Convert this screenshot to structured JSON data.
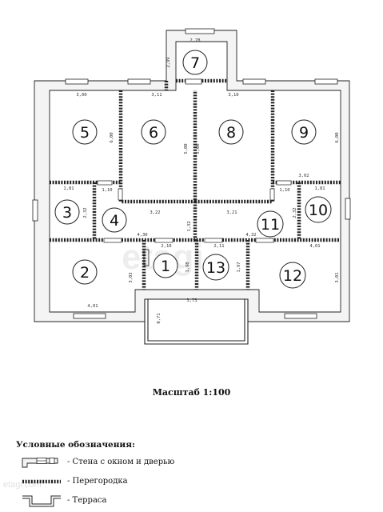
{
  "plan": {
    "rooms": [
      "1",
      "2",
      "3",
      "4",
      "5",
      "6",
      "7",
      "8",
      "9",
      "10",
      "11",
      "12",
      "13"
    ],
    "dimensions": [
      "2,78",
      "2,99",
      "3,00",
      "3,11",
      "3,10",
      "6,00",
      "5,00",
      "5,00",
      "6,00",
      "1,81",
      "2,32",
      "3,22",
      "3,21",
      "1,32",
      "1,10",
      "3,02",
      "1,10",
      "2,32",
      "1,81",
      "4,30",
      "4,32",
      "2,10",
      "2,11",
      "4,01",
      "1,98",
      "1,97",
      "3,03",
      "4,01",
      "3,01",
      "3,73",
      "0,71"
    ],
    "watermark": "etagi"
  },
  "scale_label": "Масштаб 1:100",
  "legend": {
    "title": "Условные обозначения:",
    "items": [
      {
        "label": "- Стена с окном и дверью",
        "icon": "wall-with-window-door-icon"
      },
      {
        "label": "- Перегородка",
        "icon": "partition-icon"
      },
      {
        "label": "- Терраса",
        "icon": "terrace-icon"
      }
    ]
  },
  "corner_watermark": "etagi.com"
}
